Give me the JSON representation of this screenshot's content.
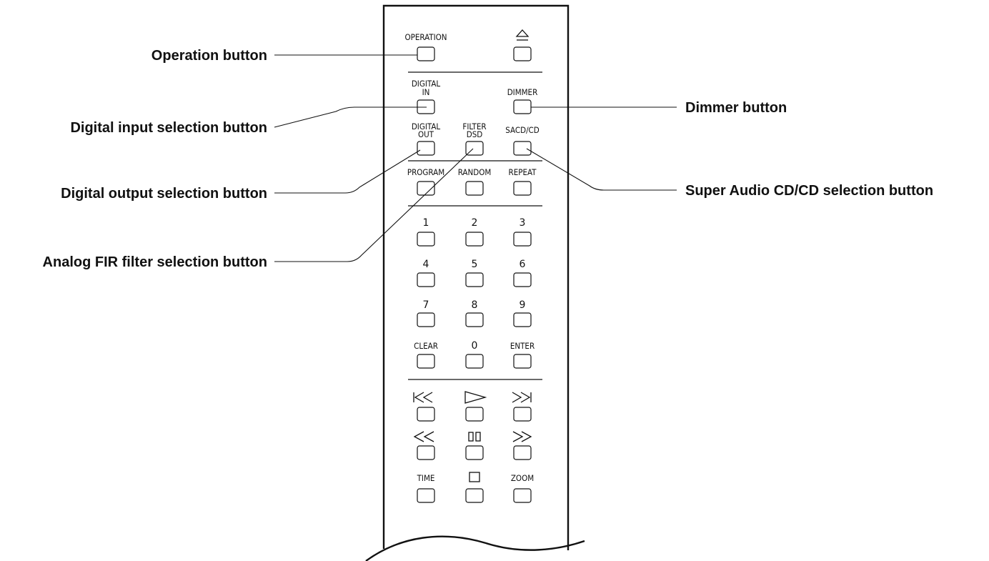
{
  "callouts": {
    "operation": "Operation button",
    "digital_in": "Digital input selection button",
    "digital_out": "Digital output selection button",
    "analog_fir": "Analog FIR filter selection button",
    "dimmer": "Dimmer button",
    "sacd_cd": "Super Audio CD/CD selection button"
  },
  "remote": {
    "operation": "OPERATION",
    "digital_in_1": "DIGITAL",
    "digital_in_2": "IN",
    "dimmer": "DIMMER",
    "digital_out_1": "DIGITAL",
    "digital_out_2": "OUT",
    "filter_1": "FILTER",
    "filter_2": "DSD",
    "sacd_cd": "SACD/CD",
    "program": "PROGRAM",
    "random": "RANDOM",
    "repeat": "REPEAT",
    "num_1": "1",
    "num_2": "2",
    "num_3": "3",
    "num_4": "4",
    "num_5": "5",
    "num_6": "6",
    "num_7": "7",
    "num_8": "8",
    "num_9": "9",
    "clear": "CLEAR",
    "num_0": "0",
    "enter": "ENTER",
    "time": "TIME",
    "zoom": "ZOOM"
  },
  "icons": [
    "eject-icon",
    "skip-back-icon",
    "play-icon",
    "skip-forward-icon",
    "rewind-icon",
    "pause-icon",
    "fast-forward-icon",
    "stop-icon"
  ]
}
